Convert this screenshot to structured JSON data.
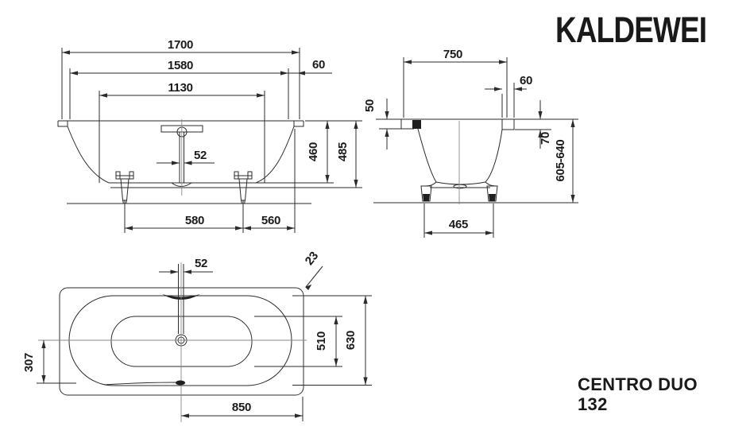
{
  "brand": {
    "logo_text": "KALDEWEI"
  },
  "product": {
    "line_name": "CENTRO DUO",
    "model_number": "132"
  },
  "colors": {
    "line": "#2b2b2b",
    "text": "#1a1a1a",
    "background": "#ffffff"
  },
  "views": {
    "side": {
      "title": "side elevation",
      "dims": {
        "overall_length": "1700",
        "inner_rim_length": "1580",
        "rim_end_width": "60",
        "bottom_length": "1130",
        "waste_pipe_width": "52",
        "depth_to_bottom": "460",
        "height_to_rim": "485",
        "feet_spacing": "580",
        "foot_to_end": "560"
      }
    },
    "end": {
      "title": "end section",
      "dims": {
        "overall_width": "750",
        "rim_side_width": "60",
        "rim_height": "50",
        "rim_drop": "70",
        "height_range": "605-640",
        "feet_spacing": "465"
      }
    },
    "plan": {
      "title": "plan view",
      "dims": {
        "waste_pipe_width": "52",
        "corner_radius": "23",
        "center_to_edge": "307",
        "floor_width": "510",
        "inner_width": "630",
        "drain_to_end": "850"
      }
    }
  }
}
